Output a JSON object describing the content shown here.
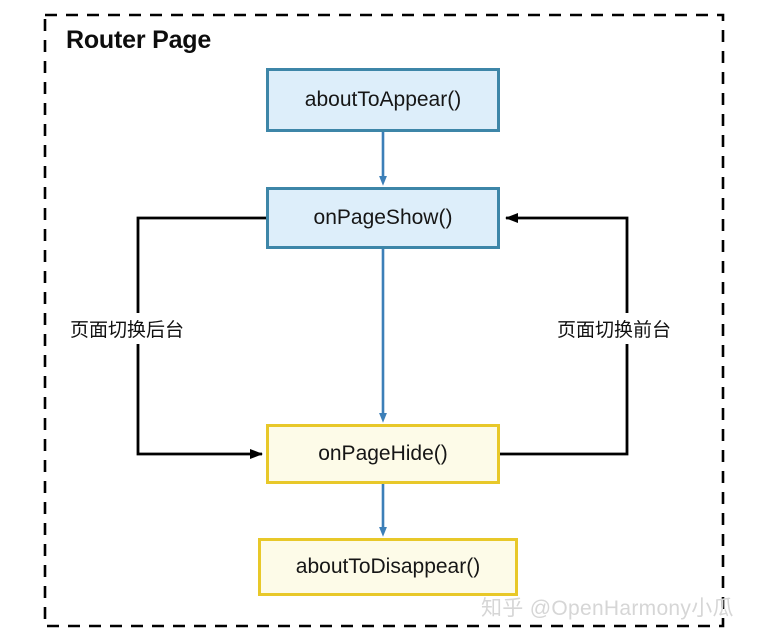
{
  "diagram": {
    "title": "Router Page",
    "nodes": [
      {
        "id": "about-to-appear",
        "label": "aboutToAppear()",
        "style": "blue"
      },
      {
        "id": "on-page-show",
        "label": "onPageShow()",
        "style": "blue"
      },
      {
        "id": "on-page-hide",
        "label": "onPageHide()",
        "style": "yellow"
      },
      {
        "id": "about-to-disappear",
        "label": "aboutToDisappear()",
        "style": "yellow"
      }
    ],
    "edge_labels": {
      "to_background": "页面切换后台",
      "to_foreground": "页面切换前台"
    },
    "colors": {
      "blue_fill": "#ddeefa",
      "blue_border": "#3d86a8",
      "yellow_fill": "#fdfbe8",
      "yellow_border": "#e8c829",
      "blue_connector": "#3c7fb8",
      "black_connector": "#000000",
      "group_border": "#000000",
      "watermark": "#d6d6d6"
    }
  },
  "watermark": {
    "text": "知乎 @OpenHarmony小瓜"
  }
}
